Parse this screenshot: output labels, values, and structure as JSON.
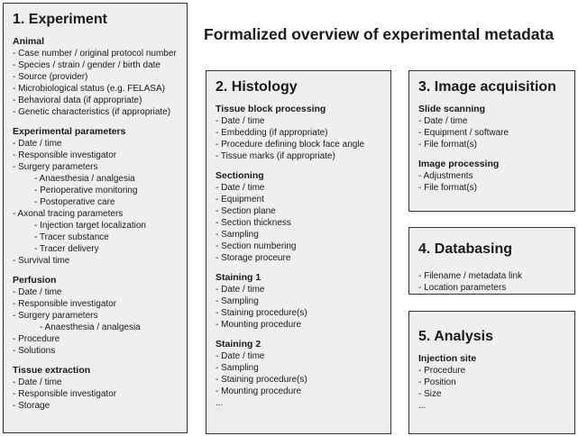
{
  "title": "Formalized overview of experimental metadata",
  "boxes": {
    "experiment": {
      "title": "1. Experiment",
      "sections": [
        {
          "title": "Animal",
          "items": [
            {
              "text": "- Case number / original protocol number",
              "indent": 0
            },
            {
              "text": "- Species / strain / gender / birth date",
              "indent": 0
            },
            {
              "text": "- Source (provider)",
              "indent": 0
            },
            {
              "text": "- Microbiological status (e.g. FELASA)",
              "indent": 0
            },
            {
              "text": "- Behavioral data (if appropriate)",
              "indent": 0
            },
            {
              "text": "- Genetic characteristics (if appropriate)",
              "indent": 0
            }
          ]
        },
        {
          "title": "Experimental parameters",
          "items": [
            {
              "text": "- Date / time",
              "indent": 0
            },
            {
              "text": "- Responsible investigator",
              "indent": 0
            },
            {
              "text": "- Surgery parameters",
              "indent": 0
            },
            {
              "text": "- Anaesthesia / analgesia",
              "indent": 1
            },
            {
              "text": "- Perioperative monitoring",
              "indent": 1
            },
            {
              "text": "- Postoperative care",
              "indent": 1
            },
            {
              "text": "- Axonal tracing parameters",
              "indent": 0
            },
            {
              "text": "- Injection target localization",
              "indent": 1
            },
            {
              "text": "- Tracer substance",
              "indent": 1
            },
            {
              "text": "- Tracer delivery",
              "indent": 1
            },
            {
              "text": "- Survival time",
              "indent": 0
            }
          ]
        },
        {
          "title": "Perfusion",
          "items": [
            {
              "text": "- Date / time",
              "indent": 0
            },
            {
              "text": "- Responsible investigator",
              "indent": 0
            },
            {
              "text": "- Surgery parameters",
              "indent": 0
            },
            {
              "text": "- Anaesthesia / analgesia",
              "indent": 2
            },
            {
              "text": "- Procedure",
              "indent": 0
            },
            {
              "text": "- Solutions",
              "indent": 0
            }
          ]
        },
        {
          "title": "Tissue extraction",
          "items": [
            {
              "text": "- Date / time",
              "indent": 0
            },
            {
              "text": "- Responsible investigator",
              "indent": 0
            },
            {
              "text": "- Storage",
              "indent": 0
            }
          ]
        }
      ]
    },
    "histology": {
      "title": "2. Histology",
      "sections": [
        {
          "title": "Tissue block processing",
          "items": [
            {
              "text": "- Date / time",
              "indent": 0
            },
            {
              "text": "- Embedding (if appropriate)",
              "indent": 0
            },
            {
              "text": "- Procedure defining block face angle",
              "indent": 0
            },
            {
              "text": "- Tissue marks (if appropriate)",
              "indent": 0
            }
          ]
        },
        {
          "title": "Sectioning",
          "items": [
            {
              "text": "- Date / time",
              "indent": 0
            },
            {
              "text": "- Equipment",
              "indent": 0
            },
            {
              "text": "- Section plane",
              "indent": 0
            },
            {
              "text": "- Section thickness",
              "indent": 0
            },
            {
              "text": "- Sampling",
              "indent": 0
            },
            {
              "text": "- Section numbering",
              "indent": 0
            },
            {
              "text": "- Storage proceure",
              "indent": 0
            }
          ]
        },
        {
          "title": "Staining 1",
          "items": [
            {
              "text": "- Date / time",
              "indent": 0
            },
            {
              "text": "- Sampling",
              "indent": 0
            },
            {
              "text": "- Staining procedure(s)",
              "indent": 0
            },
            {
              "text": "- Mounting procedure",
              "indent": 0
            }
          ]
        },
        {
          "title": "Staining 2",
          "items": [
            {
              "text": "- Date / time",
              "indent": 0
            },
            {
              "text": "- Sampling",
              "indent": 0
            },
            {
              "text": "- Staining procedure(s)",
              "indent": 0
            },
            {
              "text": "- Mounting procedure",
              "indent": 0
            },
            {
              "text": "...",
              "indent": 0
            }
          ]
        }
      ]
    },
    "image_acquisition": {
      "title": "3. Image acquisition",
      "sections": [
        {
          "title": "Slide scanning",
          "items": [
            {
              "text": "- Date / time",
              "indent": 0
            },
            {
              "text": "- Equipment / software",
              "indent": 0
            },
            {
              "text": "- File format(s)",
              "indent": 0
            }
          ]
        },
        {
          "title": "Image processing",
          "items": [
            {
              "text": "- Adjustments",
              "indent": 0
            },
            {
              "text": "- File format(s)",
              "indent": 0
            }
          ]
        }
      ]
    },
    "databasing": {
      "title": "4. Databasing",
      "sections": [
        {
          "title": "",
          "items": [
            {
              "text": "- Filename / metadata link",
              "indent": 0
            },
            {
              "text": "- Location parameters",
              "indent": 0
            }
          ]
        }
      ]
    },
    "analysis": {
      "title": "5. Analysis",
      "sections": [
        {
          "title": "Injection site",
          "items": [
            {
              "text": "- Procedure",
              "indent": 0
            },
            {
              "text": "- Position",
              "indent": 0
            },
            {
              "text": "- Size",
              "indent": 0
            },
            {
              "text": "...",
              "indent": 0
            }
          ]
        }
      ]
    }
  }
}
